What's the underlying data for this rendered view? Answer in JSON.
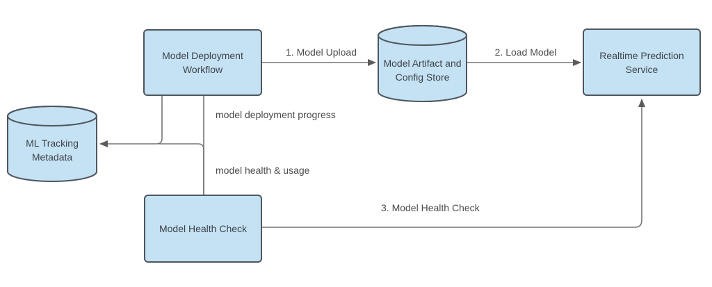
{
  "diagram": {
    "colors": {
      "node_fill": "#c4e2f4",
      "node_border": "#4f565e",
      "connector": "#757575",
      "arrowhead": "#5c5c5c",
      "background": "#ffffff"
    },
    "nodes": [
      {
        "label": "Model Deployment Workflow",
        "shape": "rectangle"
      },
      {
        "label": "Model Artifact and Config Store",
        "shape": "cylinder"
      },
      {
        "label": "Realtime Prediction Service",
        "shape": "rectangle"
      },
      {
        "label": "ML Tracking Metadata",
        "shape": "cylinder"
      },
      {
        "label": "Model Health Check",
        "shape": "rectangle"
      }
    ],
    "edges": [
      {
        "label": "1. Model Upload",
        "from": "Model Deployment Workflow",
        "to": "Model Artifact and Config Store"
      },
      {
        "label": "2. Load Model",
        "from": "Model Artifact and Config Store",
        "to": "Realtime Prediction Service"
      },
      {
        "label": "model deployment progress",
        "from": "Model Deployment Workflow",
        "to": "ML Tracking Metadata"
      },
      {
        "label": "model health & usage",
        "from": "Model Health Check",
        "to": "ML Tracking Metadata"
      },
      {
        "label": "3. Model Health Check",
        "from": "Model Health Check",
        "to": "Realtime Prediction Service"
      },
      {
        "label": "",
        "from": "Model Deployment Workflow",
        "to": "Model Health Check"
      }
    ]
  }
}
